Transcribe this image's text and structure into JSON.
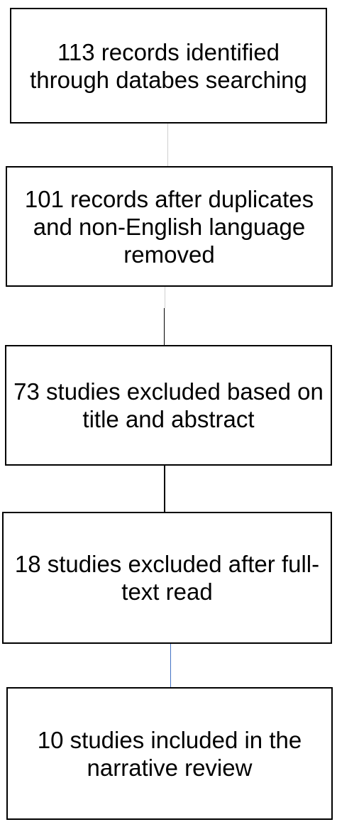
{
  "flowchart": {
    "steps": [
      {
        "label": "113 records identified through databes searching"
      },
      {
        "label": "101 records after duplicates and non-English language removed"
      },
      {
        "label": "73 studies excluded based on title and abstract"
      },
      {
        "label": "18 studies excluded after full-text read"
      },
      {
        "label": "10 studies included in the narrative review"
      }
    ]
  },
  "colors": {
    "box_border": "#000000",
    "connector_light": "#d0d0d0",
    "connector_dark": "#000000",
    "connector_blue": "#4472c4"
  }
}
